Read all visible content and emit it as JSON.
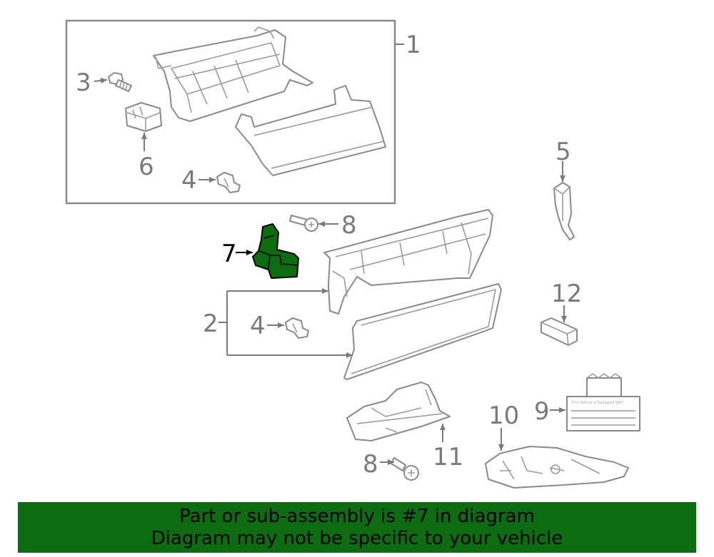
{
  "diagram": {
    "highlighted_part": "7",
    "callouts": [
      "1",
      "2",
      "3",
      "4",
      "4",
      "5",
      "6",
      "7",
      "8",
      "8",
      "9",
      "10",
      "11",
      "12"
    ],
    "colors": {
      "highlight": "#0d6b12",
      "line": "#8a8a8a",
      "callout": "#7a7a7a"
    },
    "label_text": "This Vehicle is Equipped With"
  },
  "banner": {
    "line1": "Part or sub-assembly is #7 in diagram",
    "line2": "Diagram may not be specific to your vehicle",
    "background": "#0d6b12"
  }
}
